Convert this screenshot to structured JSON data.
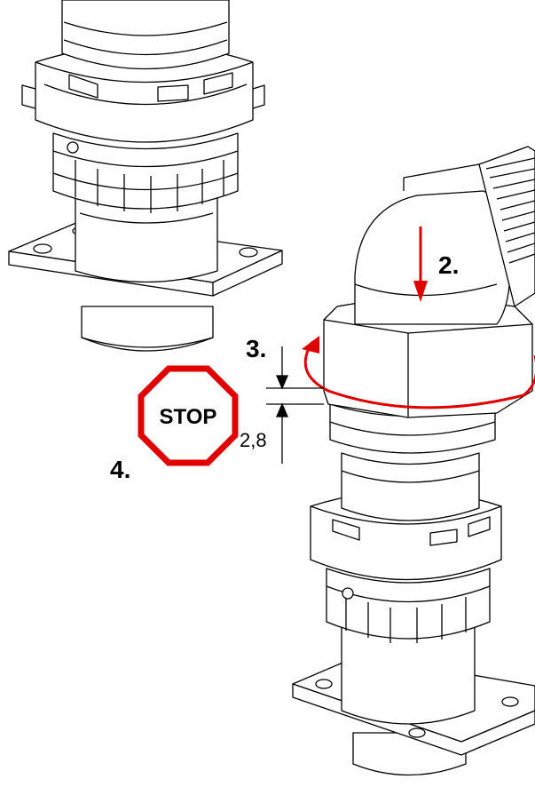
{
  "steps": {
    "step2": "2.",
    "step3": "3.",
    "step4": "4."
  },
  "stop_sign": {
    "text": "STOP",
    "color": "#e00000"
  },
  "dimension": {
    "value": "2,8"
  },
  "colors": {
    "line": "#000000",
    "accent": "#e00000",
    "fill": "#ffffff"
  },
  "icons": {
    "stop": "stop-sign-icon",
    "press_down": "arrow-down-icon",
    "rotate": "rotation-arrow-icon"
  }
}
